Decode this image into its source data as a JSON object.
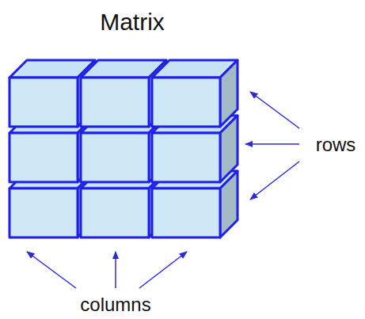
{
  "diagram": {
    "title": "Matrix",
    "labels": [
      "rows",
      "columns"
    ]
  }
}
